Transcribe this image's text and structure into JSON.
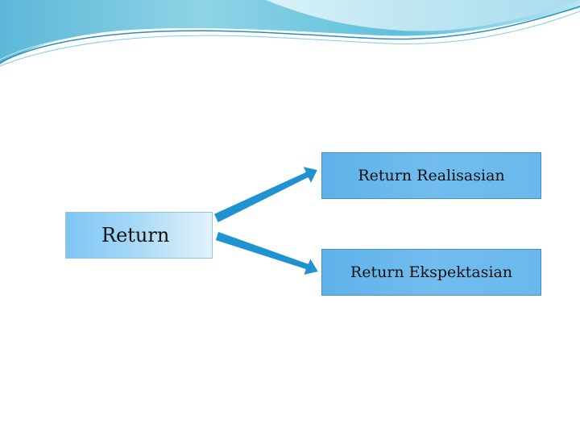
{
  "diagram": {
    "source_label": "Return",
    "targets": [
      {
        "label": "Return Realisasian"
      },
      {
        "prefix": "Return",
        "suffix": " Ekspektasian"
      }
    ]
  },
  "colors": {
    "wave_light": "#c8ecf4",
    "wave_mid": "#6fc4dc",
    "wave_dark": "#2a8fc0",
    "arrow": "#1f93d2",
    "arrow_outline": "#ffffff",
    "target_fill": "#6ab9ec",
    "source_fill": "#9fd5f6"
  }
}
